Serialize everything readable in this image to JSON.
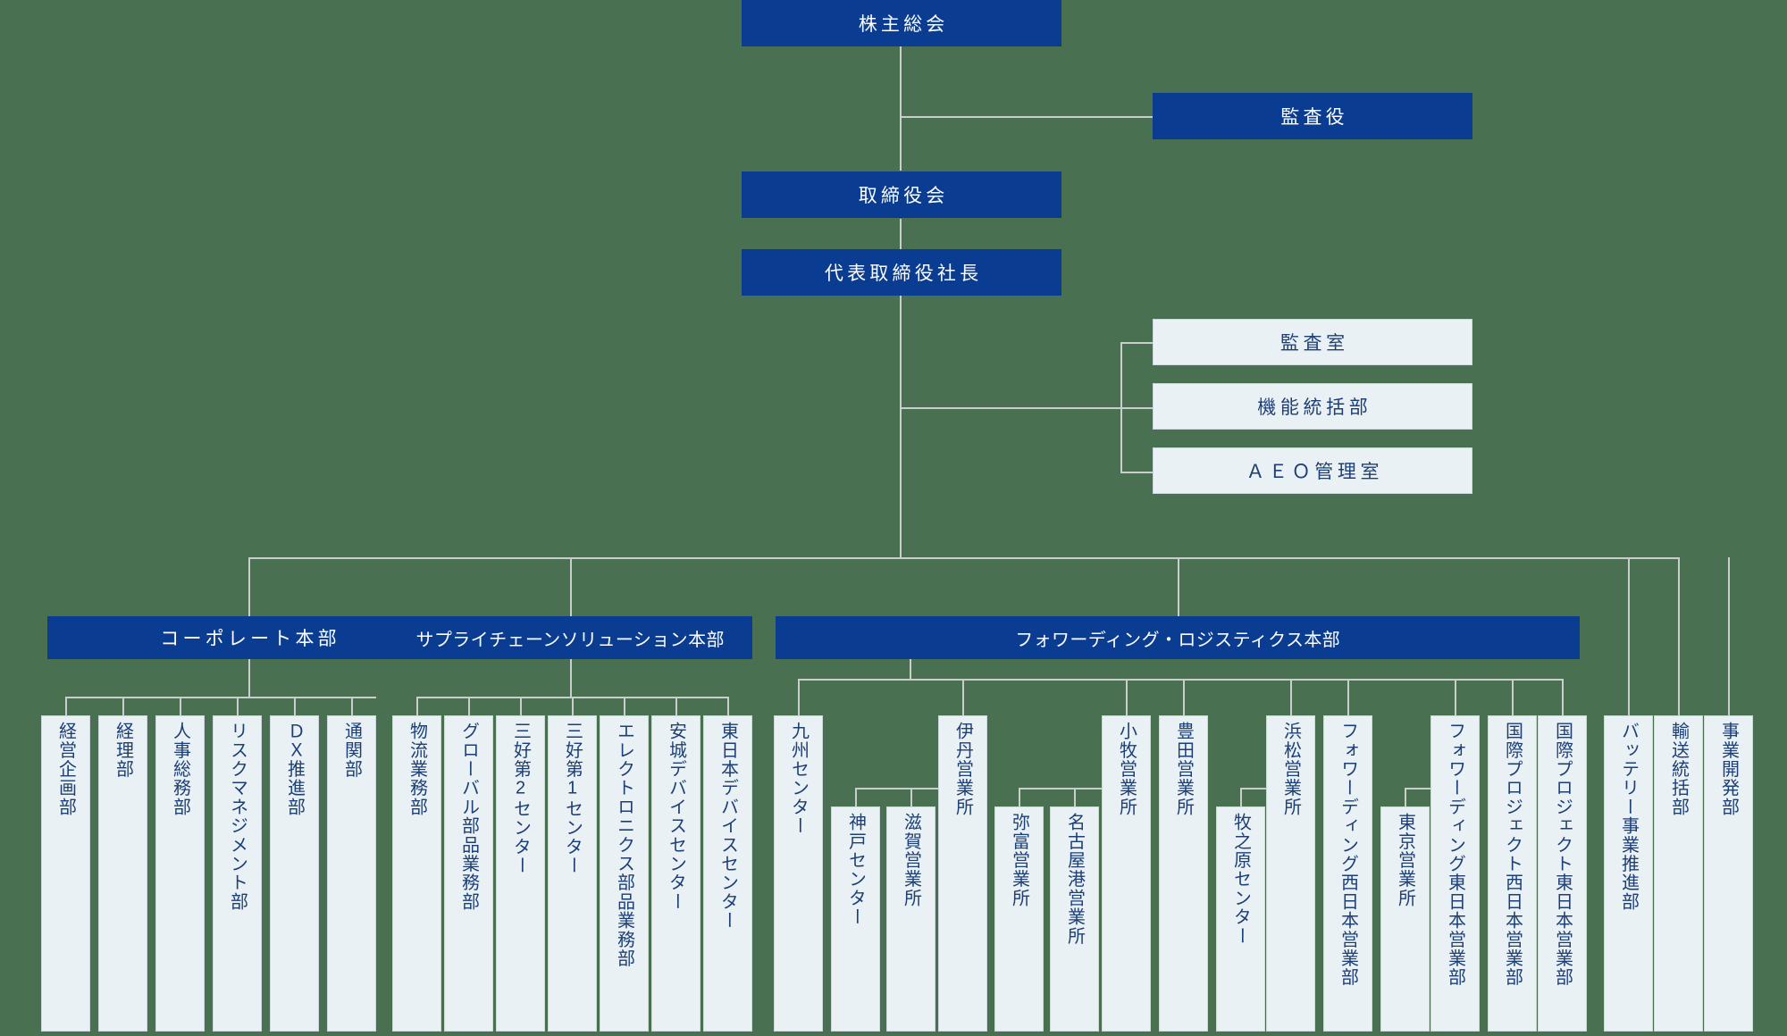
{
  "meta": {
    "title": "組織図",
    "colors": {
      "background": "#4a7052",
      "box_navy": "#0a3d91",
      "box_light": "#e9f1f4",
      "text_navy": "#1d3f77",
      "line": "#c9cdcb"
    }
  },
  "top": {
    "shareholders_meeting": "株主総会",
    "auditor": "監査役",
    "board_of_directors": "取締役会",
    "president": "代表取締役社長"
  },
  "staff_boxes": [
    {
      "label": "監査室"
    },
    {
      "label": "機能統括部"
    },
    {
      "label": "ＡＥＯ管理室"
    }
  ],
  "divisions": [
    {
      "name": "corporate",
      "header": "コーポレート本部",
      "units": [
        {
          "label": "経営企画部"
        },
        {
          "label": "経理部"
        },
        {
          "label": "人事総務部"
        },
        {
          "label": "リスクマネジメント部"
        },
        {
          "label": "ＤＸ推進部"
        },
        {
          "label": "通関部"
        }
      ]
    },
    {
      "name": "supply-chain-solution",
      "header": "サプライチェーンソリューション本部",
      "units": [
        {
          "label": "物流業務部"
        },
        {
          "label": "グローバル部品業務部"
        },
        {
          "label": "三好第2センター"
        },
        {
          "label": "三好第1センター"
        },
        {
          "label": "エレクトロニクス部品業務部"
        },
        {
          "label": "安城デバイスセンター"
        },
        {
          "label": "東日本デバイスセンター"
        }
      ]
    },
    {
      "name": "forwarding-logistics",
      "header": "フォワーディング・ロジスティクス本部",
      "units": [
        {
          "label": "九州センター",
          "children": []
        },
        {
          "label": "伊丹営業所",
          "children": [
            {
              "label": "神戸センター"
            },
            {
              "label": "滋賀営業所"
            }
          ]
        },
        {
          "label": "小牧営業所",
          "children": [
            {
              "label": "弥富営業所"
            },
            {
              "label": "名古屋港営業所"
            }
          ]
        },
        {
          "label": "豊田営業所",
          "children": []
        },
        {
          "label": "浜松営業所",
          "children": [
            {
              "label": "牧之原センター"
            }
          ]
        },
        {
          "label": "フォワーディング西日本営業部",
          "children": []
        },
        {
          "label": "フォワーディング東日本営業部",
          "children": [
            {
              "label": "東京営業所"
            }
          ]
        },
        {
          "label": "国際プロジェクト西日本営業部",
          "children": []
        },
        {
          "label": "国際プロジェクト東日本営業部",
          "children": []
        }
      ]
    }
  ],
  "standalone_units": [
    {
      "label": "バッテリー事業推進部"
    },
    {
      "label": "輸送統括部"
    },
    {
      "label": "事業開発部"
    }
  ]
}
